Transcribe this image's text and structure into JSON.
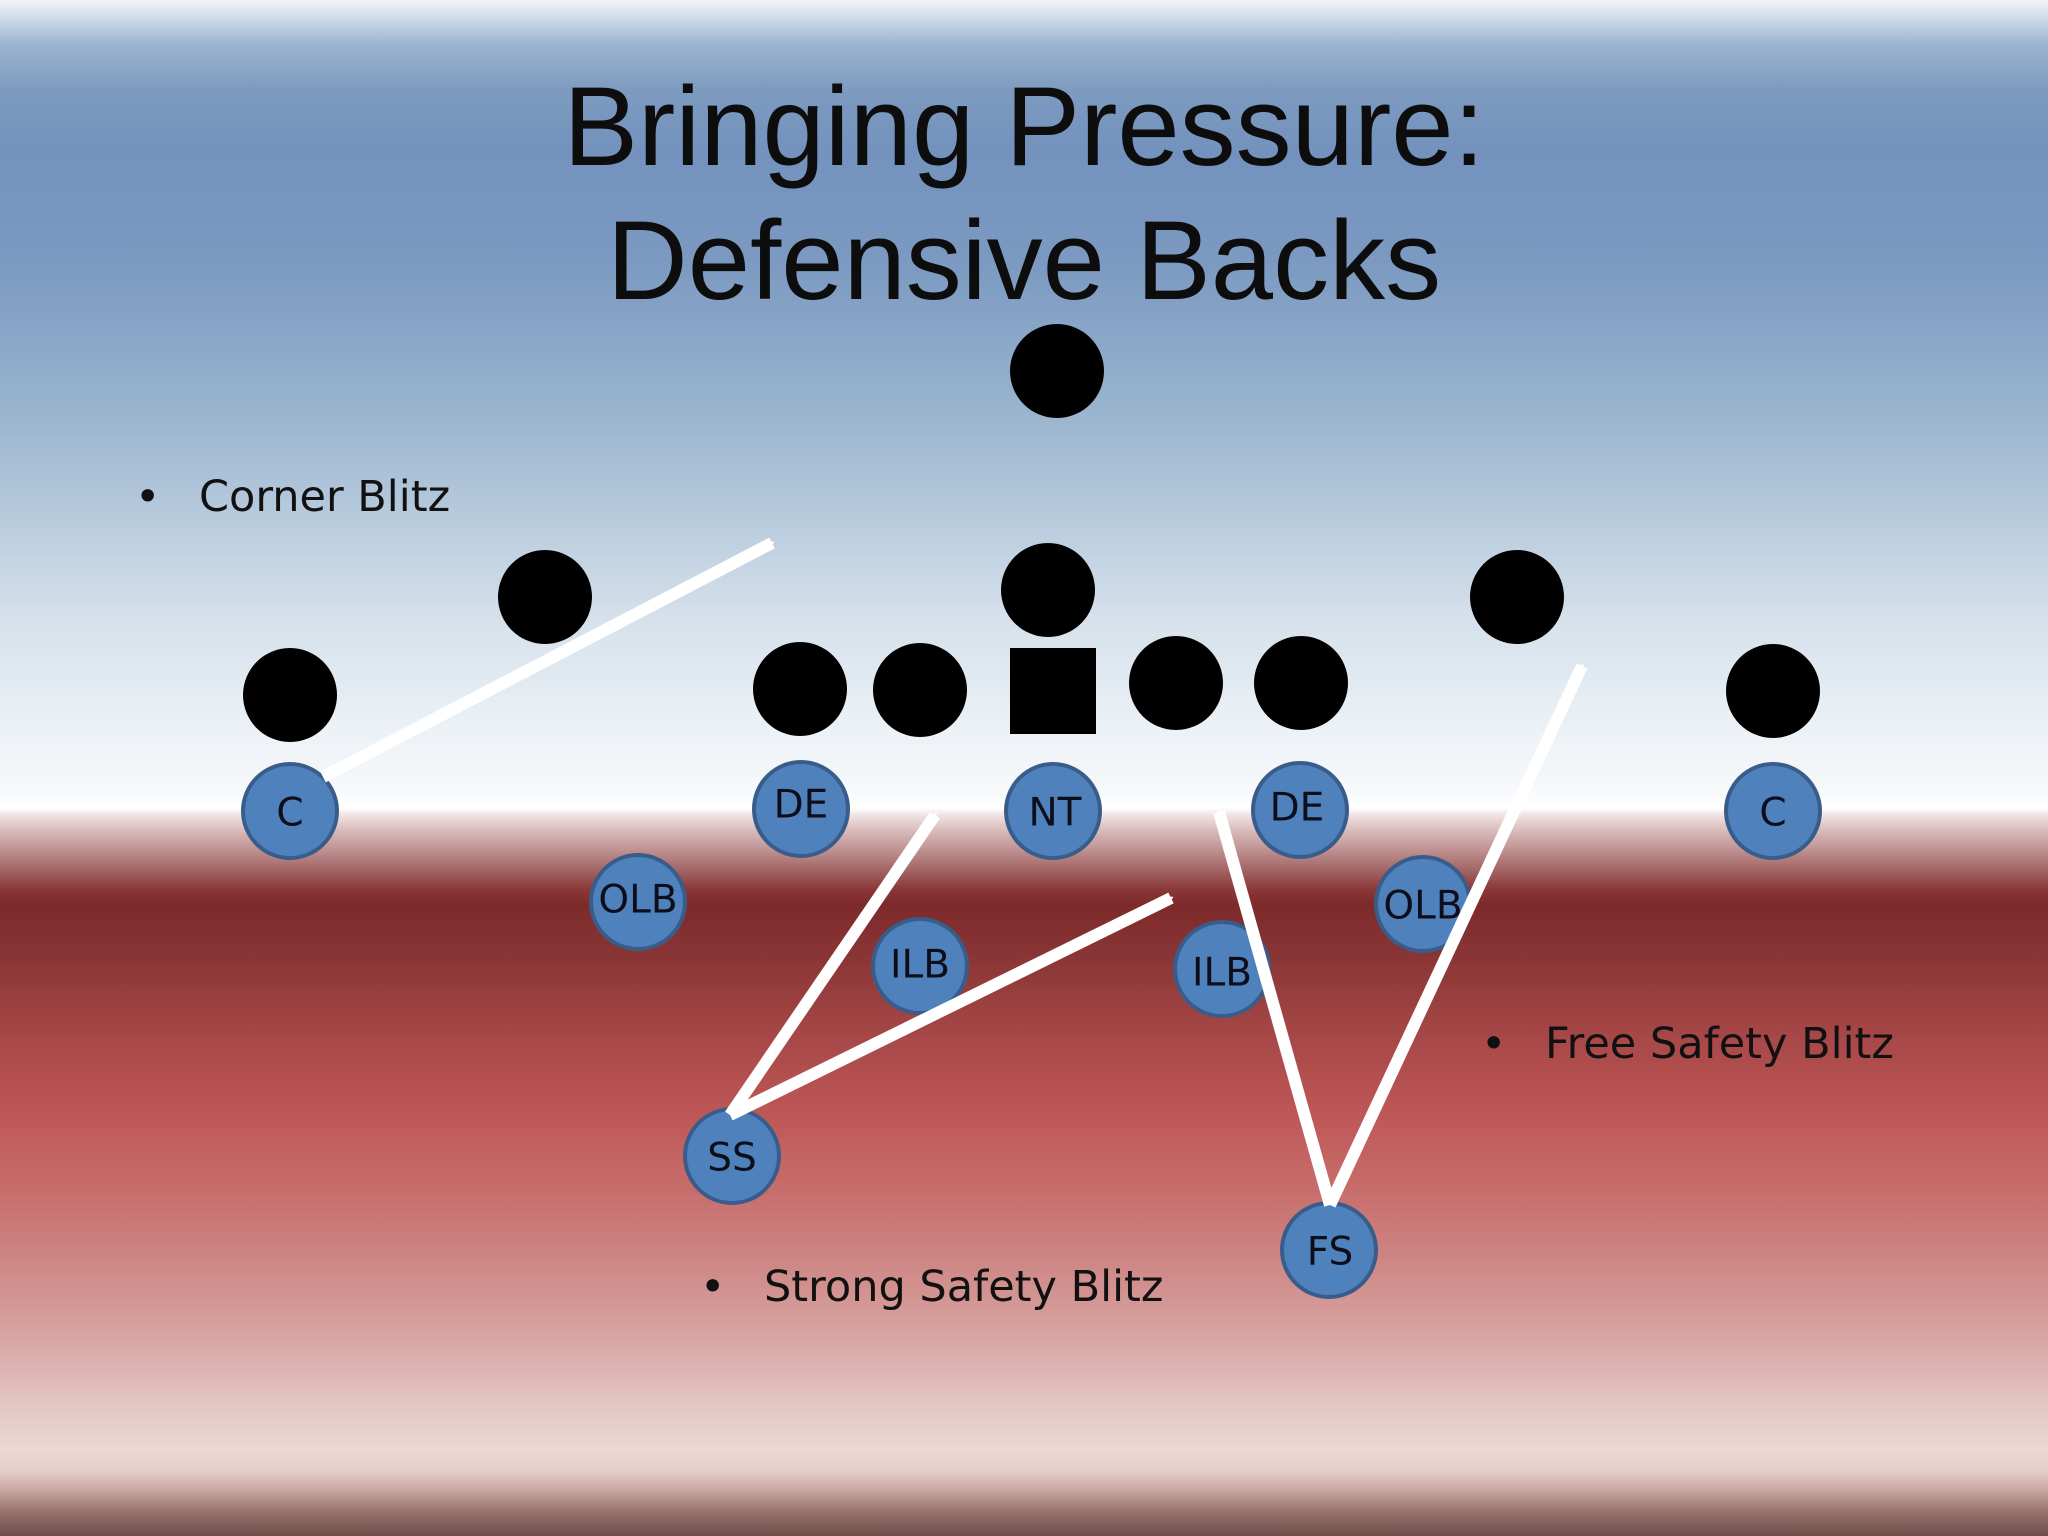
{
  "slide": {
    "title_line1": "Bringing Pressure:",
    "title_line2": "Defensive Backs"
  },
  "bullets": {
    "corner": "Corner Blitz",
    "free_safety": "Free Safety Blitz",
    "strong_safety": "Strong Safety Blitz"
  },
  "bullet_symbol": "•",
  "defense": {
    "corner_left": "C",
    "def_end_left": "DE",
    "nose_tackle": "NT",
    "def_end_right": "DE",
    "corner_right": "C",
    "outside_lb_left": "OLB",
    "inside_lb_left": "ILB",
    "inside_lb_right": "ILB",
    "outside_lb_right": "OLB",
    "strong_safety": "SS",
    "free_safety": "FS"
  },
  "colors": {
    "defender_fill": "#4f81bd",
    "defender_stroke": "#385d8a",
    "offense": "#000000",
    "arrow": "#ffffff"
  }
}
